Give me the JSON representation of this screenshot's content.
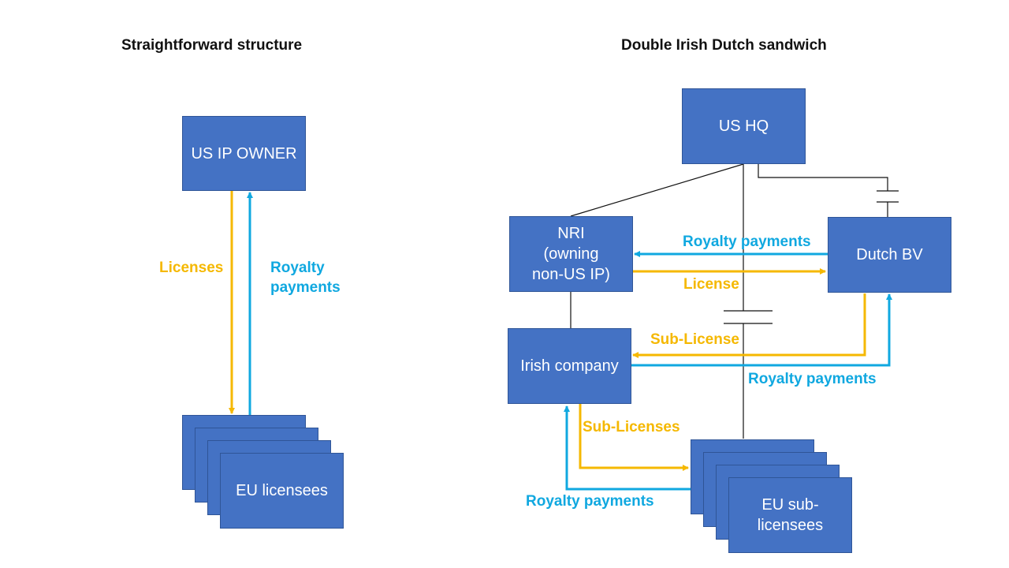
{
  "colors": {
    "box_fill": "#4472c4",
    "license_arrow": "#f5b800",
    "royalty_arrow": "#10a8e0",
    "ownership_line": "#111111"
  },
  "left": {
    "title": "Straightforward structure",
    "ip_owner": "US IP OWNER",
    "licensees": "EU licensees",
    "licenses_label": "Licenses",
    "royalty_label": "Royalty\npayments"
  },
  "right": {
    "title": "Double Irish Dutch sandwich",
    "hq": "US HQ",
    "nri": "NRI\n(owning\nnon-US IP)",
    "dutch_bv": "Dutch BV",
    "irish_company": "Irish company",
    "sublicensees": "EU sub-\nlicensees",
    "royalty_nri_label": "Royalty payments",
    "license_label": "License",
    "sublicense_label": "Sub-License",
    "royalty_dutch_label": "Royalty payments",
    "sublicenses_label": "Sub-Licenses",
    "royalty_eu_label": "Royalty payments"
  }
}
